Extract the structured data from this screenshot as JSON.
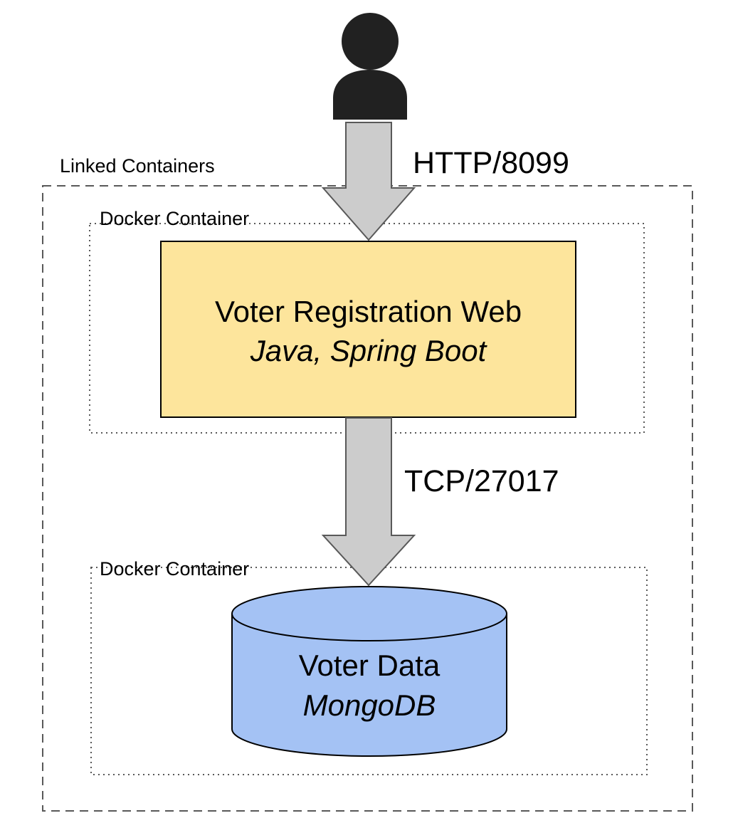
{
  "groups": {
    "linked_label": "Linked Containers",
    "docker_web_label": "Docker Container",
    "docker_db_label": "Docker Container"
  },
  "connections": {
    "user_to_web": "HTTP/8099",
    "web_to_db": "TCP/27017"
  },
  "nodes": {
    "web": {
      "title": "Voter Registration Web",
      "subtitle": "Java, Spring Boot",
      "fill": "#fde59c"
    },
    "db": {
      "title": "Voter Data",
      "subtitle": "MongoDB",
      "fill": "#a4c2f4"
    }
  },
  "style": {
    "arrow_fill": "#cccccc",
    "user_icon_color": "#212121",
    "border_color": "#595959"
  },
  "icons": {
    "user": "user-icon"
  }
}
